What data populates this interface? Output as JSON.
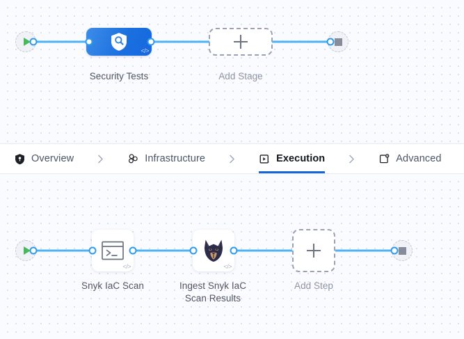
{
  "theme": {
    "accent": "#1565d8",
    "edge_color": "#4fb2f2",
    "port_color": "#2b9bf0",
    "canvas_bg": "#fafbfe",
    "dot_color": "#d3dced",
    "stage_gradient_from": "#3c8ce8",
    "stage_gradient_to": "#1668dd",
    "play_green": "#49b85c",
    "stop_gray": "#878c9b",
    "tab_active_text": "#12151b",
    "tab_idle_text": "#4b5563"
  },
  "tabs": [
    {
      "id": "overview",
      "label": "Overview",
      "icon": "shield-icon",
      "active": false
    },
    {
      "id": "infrastructure",
      "label": "Infrastructure",
      "icon": "infrastructure-icon",
      "active": false
    },
    {
      "id": "execution",
      "label": "Execution",
      "icon": "execution-play-icon",
      "active": true
    },
    {
      "id": "advanced",
      "label": "Advanced",
      "icon": "advanced-gear-icon",
      "active": false
    }
  ],
  "tab_separator_icon": "chevron-right-icon",
  "stage_canvas": {
    "start_node": {
      "name": "pipeline-start",
      "icon": "play-icon"
    },
    "end_node": {
      "name": "pipeline-end",
      "icon": "stop-icon"
    },
    "stages": [
      {
        "id": "security-tests",
        "label": "Security Tests",
        "icon": "shield-search-icon",
        "badge": "</>",
        "type": "stage"
      }
    ],
    "add_stage": {
      "label": "Add Stage",
      "icon": "plus-icon"
    }
  },
  "step_canvas": {
    "start_node": {
      "name": "execution-start",
      "icon": "play-icon"
    },
    "end_node": {
      "name": "execution-end",
      "icon": "stop-icon"
    },
    "steps": [
      {
        "id": "snyk-iac-scan",
        "label": "Snyk IaC Scan",
        "icon": "terminal-icon",
        "badge": "</>",
        "type": "run-step"
      },
      {
        "id": "ingest-snyk-iac",
        "label": "Ingest Snyk IaC\nScan Results",
        "icon": "snyk-dog-logo",
        "badge": "</>",
        "type": "plugin-step"
      }
    ],
    "add_step": {
      "label": "Add Step",
      "icon": "plus-icon"
    }
  }
}
